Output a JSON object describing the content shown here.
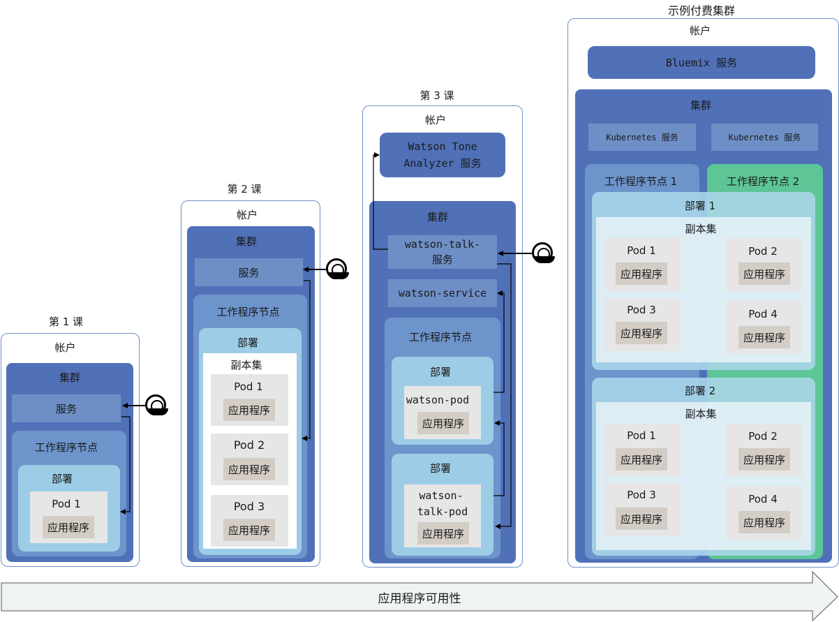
{
  "lesson1": {
    "title": "第 1 课",
    "account": "帐户",
    "cluster": "集群",
    "service": "服务",
    "worker": "工作程序节点",
    "deployment": "部署",
    "pod": "Pod 1",
    "app": "应用程序"
  },
  "lesson2": {
    "title": "第 2 课",
    "account": "帐户",
    "cluster": "集群",
    "service": "服务",
    "worker": "工作程序节点",
    "deployment": "部署",
    "replicaset": "副本集",
    "pods": [
      {
        "name": "Pod 1",
        "app": "应用程序"
      },
      {
        "name": "Pod 2",
        "app": "应用程序"
      },
      {
        "name": "Pod 3",
        "app": "应用程序"
      }
    ]
  },
  "lesson3": {
    "title": "第 3 课",
    "account": "帐户",
    "tone_service_line1": "Watson Tone",
    "tone_service_line2": "Analyzer 服务",
    "cluster": "集群",
    "talk_service_line1": "watson-talk-",
    "talk_service_line2": "服务",
    "watson_service": "watson-service",
    "worker": "工作程序节点",
    "deploy1_label": "部署",
    "deploy1_pod": "watson-pod",
    "deploy1_app": "应用程序",
    "deploy2_label": "部署",
    "deploy2_pod_line1": "watson-",
    "deploy2_pod_line2": "talk-pod",
    "deploy2_app": "应用程序"
  },
  "paid": {
    "title": "示例付费集群",
    "account": "帐户",
    "bluemix": "Bluemix 服务",
    "cluster": "集群",
    "k8s_service_1": "Kubernetes 服务",
    "k8s_service_2": "Kubernetes 服务",
    "worker1": "工作程序节点 1",
    "worker2": "工作程序节点 2",
    "deployment1": "部署 1",
    "deployment2": "部署 2",
    "replicaset1": "副本集",
    "replicaset2": "副本集",
    "d1_pods": [
      {
        "name": "Pod 1",
        "app": "应用程序"
      },
      {
        "name": "Pod 2",
        "app": "应用程序"
      },
      {
        "name": "Pod 3",
        "app": "应用程序"
      },
      {
        "name": "Pod 4",
        "app": "应用程序"
      }
    ],
    "d2_pods": [
      {
        "name": "Pod 1",
        "app": "应用程序"
      },
      {
        "name": "Pod 2",
        "app": "应用程序"
      },
      {
        "name": "Pod 3",
        "app": "应用程序"
      },
      {
        "name": "Pod 4",
        "app": "应用程序"
      }
    ]
  },
  "bottom_arrow": "应用程序可用性",
  "icons": [
    "user-icon",
    "user-icon",
    "user-icon"
  ],
  "colors": {
    "cluster": "#5071b8",
    "worker": "#6d94cb",
    "deployment": "#9dcde6",
    "worker2_green": "#5ec596",
    "account_border": "#6d8fc7"
  }
}
